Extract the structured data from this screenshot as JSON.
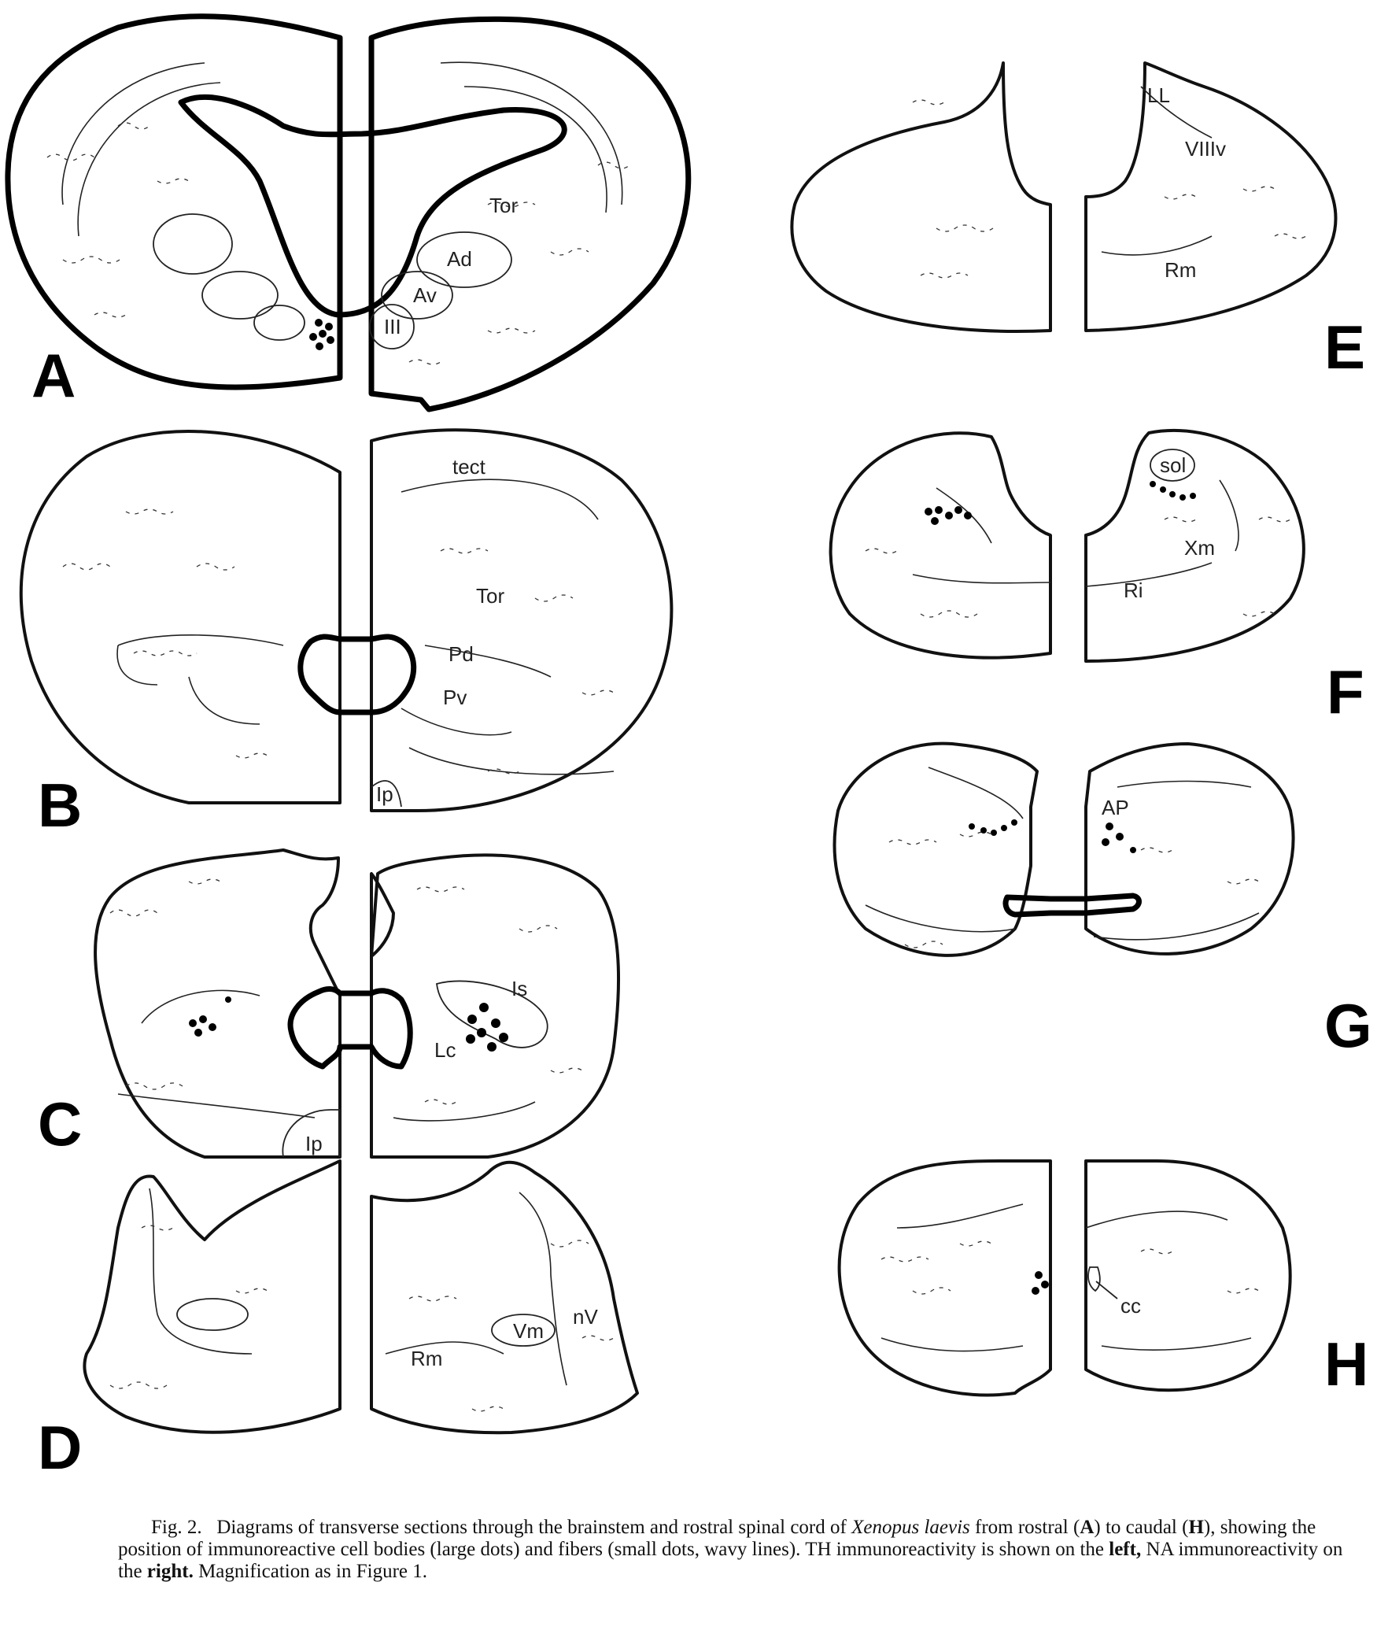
{
  "figure": {
    "panel_letters": [
      "A",
      "B",
      "C",
      "D",
      "E",
      "F",
      "G",
      "H"
    ],
    "labels": {
      "A": [
        "Tor",
        "Ad",
        "Av",
        "III"
      ],
      "B": [
        "tect",
        "Tor",
        "Pd",
        "Pv",
        "Ip"
      ],
      "C": [
        "Is",
        "Lc",
        "Ip"
      ],
      "D": [
        "Vm",
        "nV",
        "Rm"
      ],
      "E": [
        "LL",
        "VIIIv",
        "Rm"
      ],
      "F": [
        "sol",
        "Xm",
        "Ri"
      ],
      "G": [
        "AP"
      ],
      "H": [
        "cc"
      ]
    }
  },
  "caption": {
    "fig_label": "Fig. 2.",
    "t1": "Diagrams of transverse sections through the brainstem and rostral spinal cord of ",
    "species": "Xenopus laevis",
    "t2": " from rostral (",
    "a": "A",
    "t3": ") to caudal (",
    "h": "H",
    "t4": "), showing the position of immunoreactive cell bodies (large dots) and fibers (small dots, wavy lines). TH immunoreactivity is shown on the ",
    "left": "left,",
    "t5": " NA immunoreactivity on the ",
    "right": "right.",
    "t6": " Magnification as in Figure 1."
  }
}
